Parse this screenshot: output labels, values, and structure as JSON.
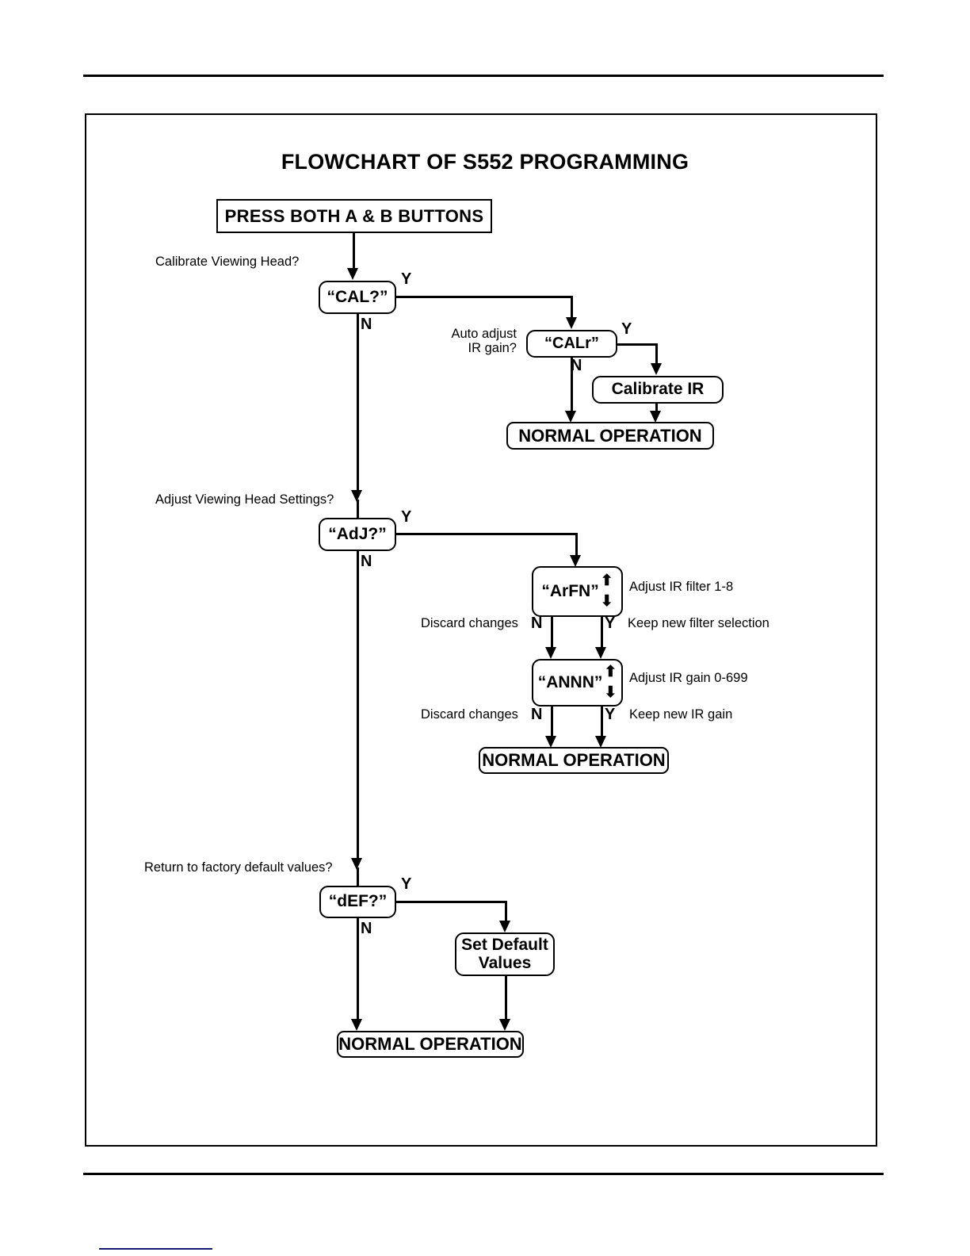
{
  "document": {
    "has_header_rule": true,
    "has_footer_rule": true,
    "accent_color": "#131a70"
  },
  "chart_data": {
    "type": "diagram",
    "title": "FLOWCHART OF S552 PROGRAMMING",
    "nodes": [
      {
        "id": "press-both",
        "label": "PRESS BOTH A & B BUTTONS",
        "shape": "rectangle"
      },
      {
        "id": "cal",
        "label": "“CAL?”",
        "shape": "rounded-decision"
      },
      {
        "id": "calr",
        "label": "“CALr”",
        "shape": "rounded-decision"
      },
      {
        "id": "calibrate-ir",
        "label": "Calibrate IR",
        "shape": "rounded-process"
      },
      {
        "id": "normal-1",
        "label": "NORMAL OPERATION",
        "shape": "rounded-terminal"
      },
      {
        "id": "adj",
        "label": "“AdJ?”",
        "shape": "rounded-decision"
      },
      {
        "id": "arfn",
        "label": "“ArFN”",
        "shape": "rounded-stepper",
        "stepper_up": "⬆",
        "stepper_down": "⬇"
      },
      {
        "id": "annn",
        "label": "“ANNN”",
        "shape": "rounded-stepper",
        "stepper_up": "⬆",
        "stepper_down": "⬇"
      },
      {
        "id": "normal-2",
        "label": "NORMAL OPERATION",
        "shape": "rounded-terminal"
      },
      {
        "id": "def",
        "label": "“dEF?”",
        "shape": "rounded-decision"
      },
      {
        "id": "set-default",
        "label_line1": "Set Default",
        "label_line2": "Values",
        "shape": "rounded-process"
      },
      {
        "id": "normal-3",
        "label": "NORMAL OPERATION",
        "shape": "rounded-terminal"
      }
    ],
    "prompts": [
      {
        "id": "prompt-cal",
        "text": "Calibrate Viewing Head?"
      },
      {
        "id": "prompt-calr-line1",
        "text": "Auto adjust"
      },
      {
        "id": "prompt-calr-line2",
        "text": "IR gain?"
      },
      {
        "id": "prompt-adj",
        "text": "Adjust Viewing Head Settings?"
      },
      {
        "id": "prompt-arfn",
        "text": "Adjust IR filter 1-8"
      },
      {
        "id": "prompt-annn",
        "text": "Adjust IR gain 0-699"
      },
      {
        "id": "prompt-def",
        "text": "Return to factory default values?"
      }
    ],
    "branch_labels": [
      {
        "id": "cal-yes",
        "text": "Y"
      },
      {
        "id": "cal-no",
        "text": "N"
      },
      {
        "id": "calr-yes",
        "text": "Y"
      },
      {
        "id": "calr-no",
        "text": "N"
      },
      {
        "id": "adj-yes",
        "text": "Y"
      },
      {
        "id": "adj-no",
        "text": "N"
      },
      {
        "id": "arfn-no",
        "text": "N"
      },
      {
        "id": "arfn-yes",
        "text": "Y"
      },
      {
        "id": "annn-no",
        "text": "N"
      },
      {
        "id": "annn-yes",
        "text": "Y"
      },
      {
        "id": "def-yes",
        "text": "Y"
      },
      {
        "id": "def-no",
        "text": "N"
      }
    ],
    "edge_notes": [
      {
        "id": "arfn-discard",
        "text": "Discard changes"
      },
      {
        "id": "arfn-keep",
        "text": "Keep new filter selection"
      },
      {
        "id": "annn-discard",
        "text": "Discard changes"
      },
      {
        "id": "annn-keep",
        "text": "Keep new IR gain"
      }
    ]
  }
}
